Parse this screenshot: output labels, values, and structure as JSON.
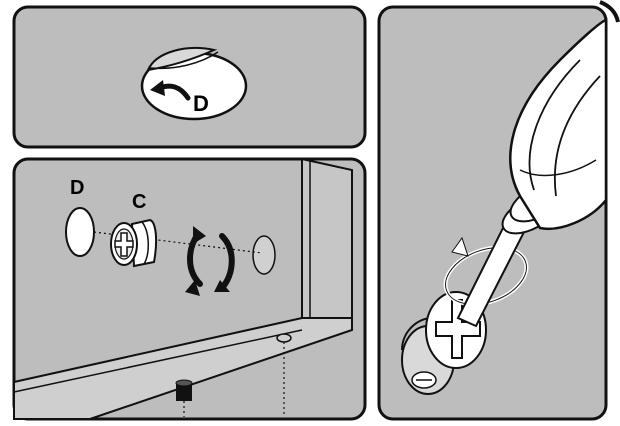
{
  "panel_top_left": {
    "label_d": "D"
  },
  "panel_bottom_left": {
    "label_d": "D",
    "label_c": "C"
  },
  "colors": {
    "panel_fill": "#bdbdbd",
    "stroke": "#111111",
    "highlight": "#ffffff",
    "shadow": "#8c8c8c"
  }
}
